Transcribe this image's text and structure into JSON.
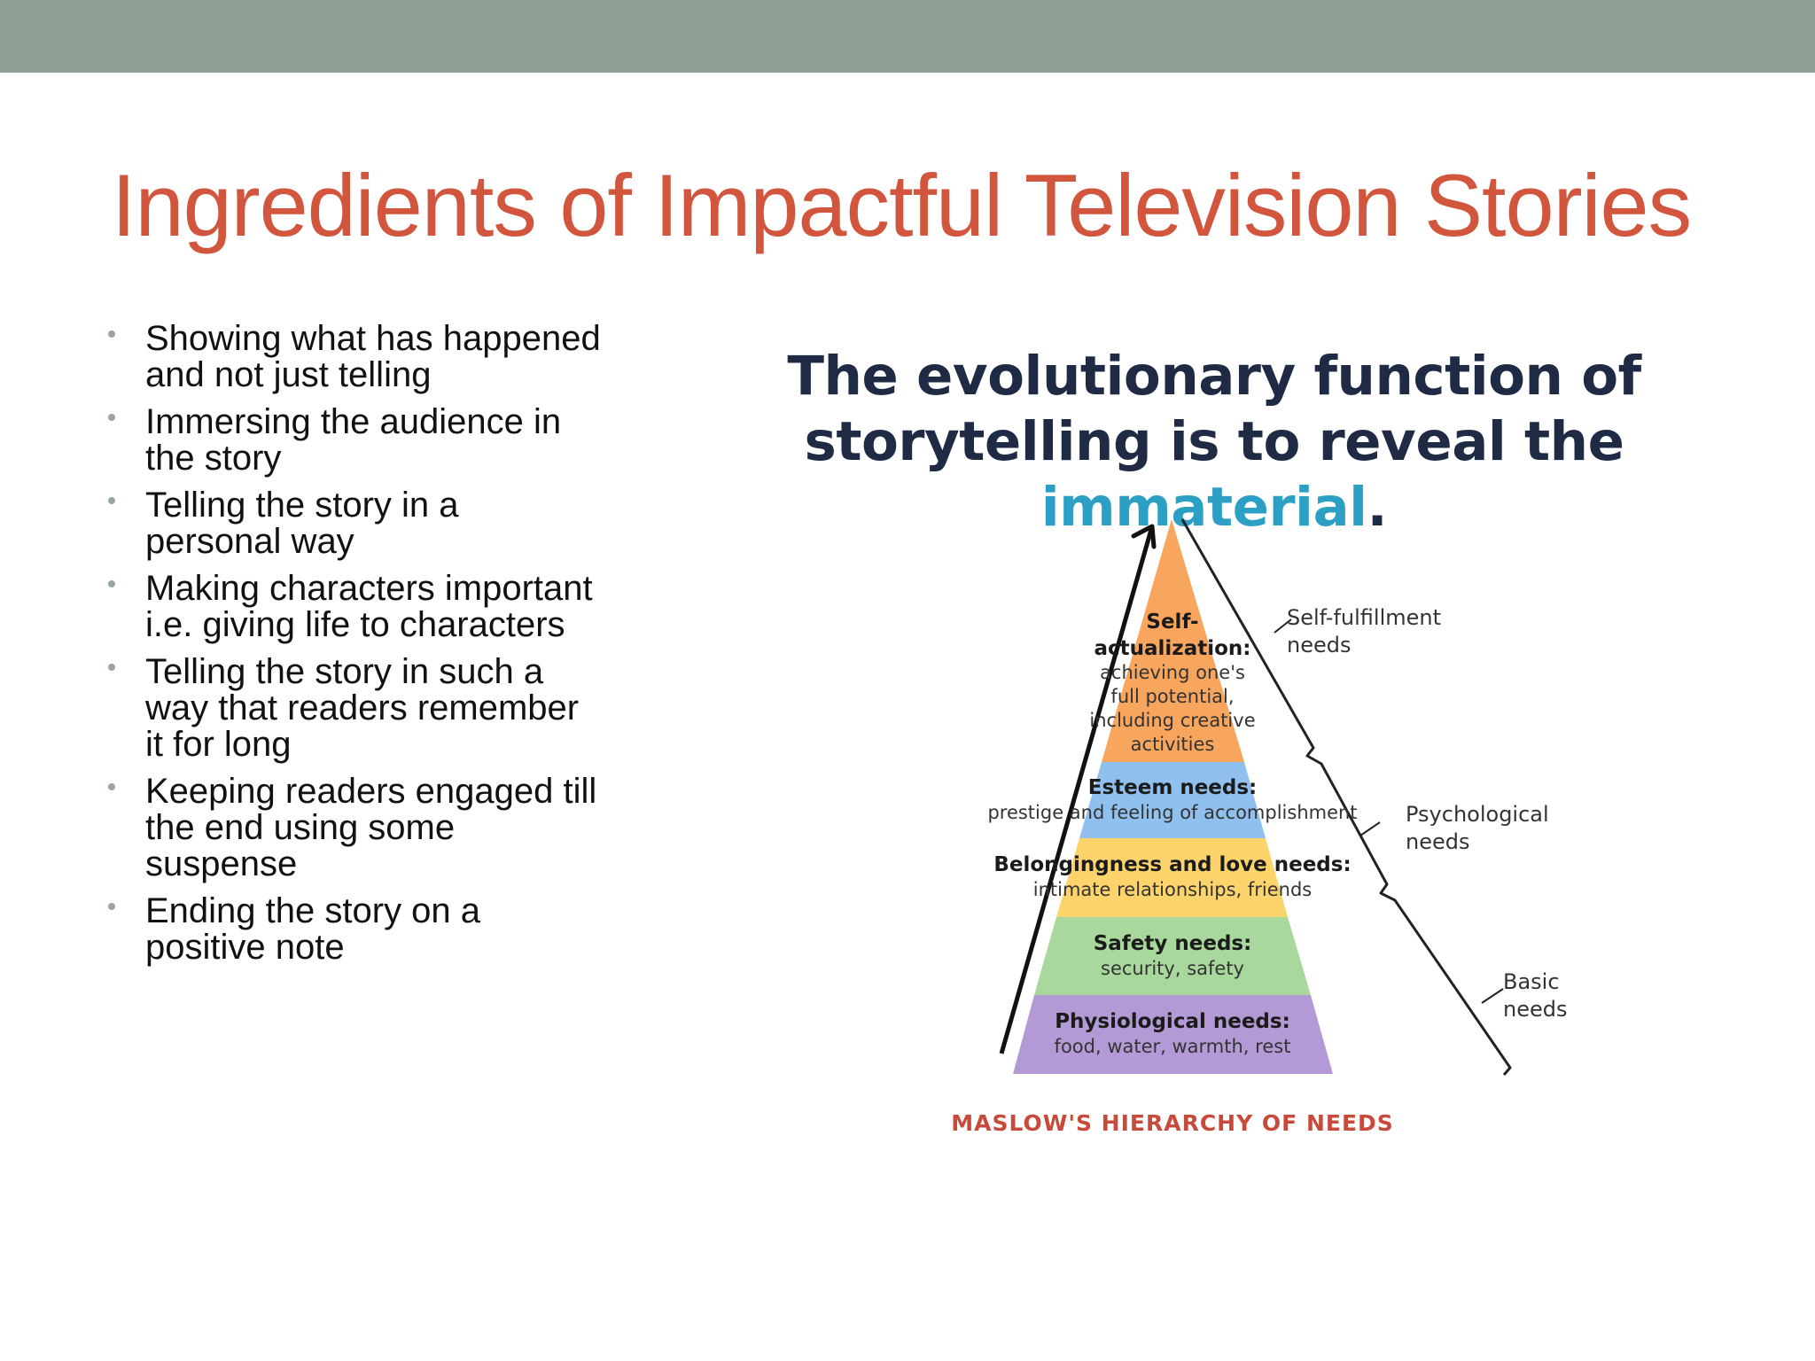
{
  "slide": {
    "title": "Ingredients of Impactful Television Stories",
    "bullets": [
      "Showing what has happened and not just telling",
      "Immersing the audience in the story",
      "Telling the story in a personal way",
      "Making characters important i.e. giving life to characters",
      "Telling the story in such a way that readers remember it for long",
      "Keeping readers engaged till the end using some suspense",
      "Ending the story on a positive note"
    ]
  },
  "infographic": {
    "headline_line1": "The evolutionary function of",
    "headline_line2_prefix": "storytelling is to reveal the ",
    "headline_accent": "immaterial",
    "headline_line2_suffix": ".",
    "caption": "MASLOW'S HIERARCHY OF NEEDS",
    "levels": [
      {
        "title": "Self-",
        "title2": "actualization:",
        "detail": [
          "achieving one's",
          "full potential,",
          "including creative",
          "activities"
        ],
        "color": "#f8a55e"
      },
      {
        "title": "Esteem needs:",
        "detail": [
          "prestige and feeling of accomplishment"
        ],
        "color": "#8fc0ee"
      },
      {
        "title": "Belongingness and love needs:",
        "detail": [
          "intimate relationships, friends"
        ],
        "color": "#fcd46b"
      },
      {
        "title": "Safety needs:",
        "detail": [
          "security, safety"
        ],
        "color": "#a8d89b"
      },
      {
        "title": "Physiological needs:",
        "detail": [
          "food, water, warmth, rest"
        ],
        "color": "#b39ad6"
      }
    ],
    "groups": [
      {
        "line1": "Self-fulfillment",
        "line2": "needs"
      },
      {
        "line1": "Psychological",
        "line2": "needs"
      },
      {
        "line1": "Basic",
        "line2": "needs"
      }
    ]
  },
  "colors": {
    "top_band": "#8e9f95",
    "title": "#d2563d",
    "headline": "#1f2b45",
    "accent": "#2c9fc4",
    "caption": "#c74a3a"
  }
}
